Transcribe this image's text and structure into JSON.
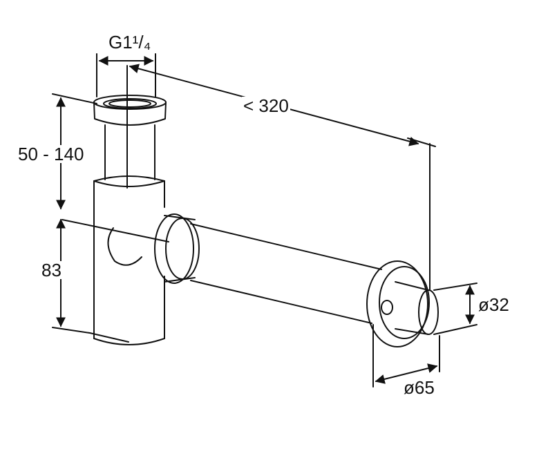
{
  "drawing": {
    "subject": "bottle-trap-siphon",
    "line_color": "#111111",
    "background": "#ffffff"
  },
  "dimensions": {
    "thread": "G1¹/₄",
    "wall_distance": "< 320",
    "height_range": "50 - 140",
    "lower_height": "83",
    "pipe_diameter": "ø32",
    "rosette_diameter": "ø65"
  }
}
